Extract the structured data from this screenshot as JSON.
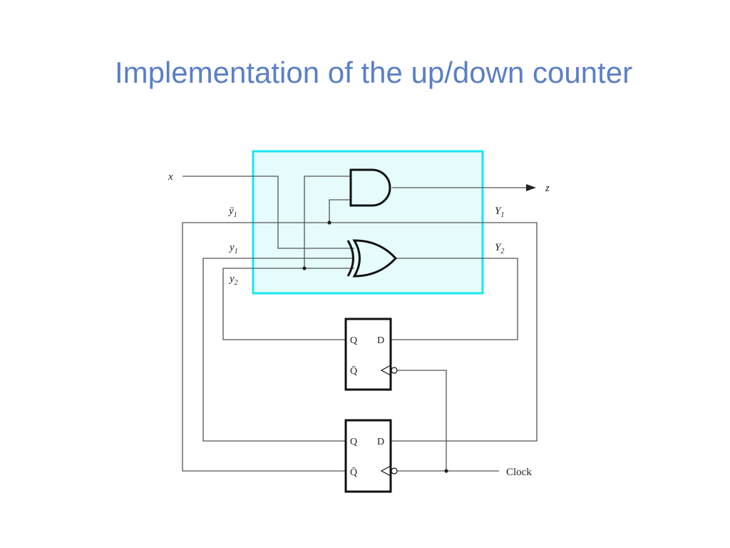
{
  "title": "Implementation of the up/down counter",
  "labels": {
    "input_x": "x",
    "output_z": "z",
    "y1_bar": "ȳ",
    "y1_bar_sub": "1",
    "y1": "y",
    "y1_sub": "1",
    "y2": "y",
    "y2_sub": "2",
    "next_Y1": "Y",
    "next_Y1_sub": "1",
    "next_Y2": "Y",
    "next_Y2_sub": "2",
    "clock": "Clock"
  },
  "flip_flops": [
    {
      "q": "Q",
      "q_bar": "Q̄",
      "d": "D"
    },
    {
      "q": "Q",
      "q_bar": "Q̄",
      "d": "D"
    }
  ],
  "colors": {
    "title": "#5b7fc7",
    "highlight_fill": "#e6fbfb",
    "highlight_border": "#19e6f0",
    "wire": "#555555"
  }
}
